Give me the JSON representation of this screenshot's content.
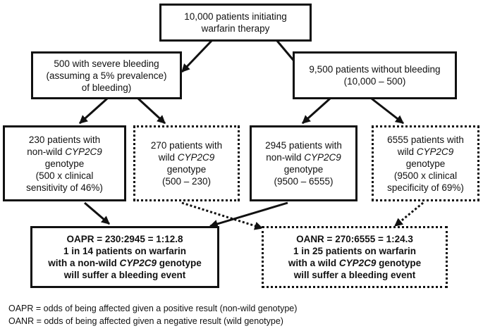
{
  "nodes": {
    "root": {
      "lines": [
        "10,000 patients initiating",
        "warfarin therapy"
      ]
    },
    "bleed": {
      "lines": [
        "500 with severe bleeding",
        "(assuming a 5% prevalence)",
        "of bleeding)"
      ]
    },
    "nobleed": {
      "lines": [
        "9,500 patients without bleeding",
        "(10,000 – 500)"
      ]
    },
    "b_nonwild": {
      "lines": [
        [
          "230 patients with"
        ],
        [
          "non-wild ",
          {
            "i": "CYP2C9"
          }
        ],
        [
          "genotype"
        ],
        [
          "(500 x clinical"
        ],
        [
          "sensitivity of 46%)"
        ]
      ]
    },
    "b_wild": {
      "lines": [
        [
          "270 patients with"
        ],
        [
          "wild ",
          {
            "i": "CYP2C9"
          }
        ],
        [
          "genotype"
        ],
        [
          "(500 – 230)"
        ]
      ]
    },
    "nb_nonwild": {
      "lines": [
        [
          "2945 patients with"
        ],
        [
          "non-wild ",
          {
            "i": "CYP2C9"
          }
        ],
        [
          "genotype"
        ],
        [
          "(9500 – 6555)"
        ]
      ]
    },
    "nb_wild": {
      "lines": [
        [
          "6555 patients with"
        ],
        [
          "wild ",
          {
            "i": "CYP2C9"
          }
        ],
        [
          "genotype"
        ],
        [
          "(9500 x clinical"
        ],
        [
          "specificity of 69%)"
        ]
      ]
    },
    "oapr": {
      "lines": [
        [
          "OAPR = 230:2945 = 1:12.8"
        ],
        [
          "1 in 14 patients on warfarin"
        ],
        [
          "with a non-wild ",
          {
            "i": "CYP2C9"
          },
          " genotype"
        ],
        [
          "will suffer a bleeding event"
        ]
      ]
    },
    "oanr": {
      "lines": [
        [
          "OANR = 270:6555 = 1:24.3"
        ],
        [
          "1 in 25 patients on warfarin"
        ],
        [
          "with a wild ",
          {
            "i": "CYP2C9"
          },
          " genotype"
        ],
        [
          "will suffer a bleeding event"
        ]
      ]
    }
  },
  "legend": {
    "oapr": "OAPR = odds of being affected given a positive result (non-wild genotype)",
    "oanr": "OANR = odds of being affected given a negative result (wild genotype)"
  }
}
